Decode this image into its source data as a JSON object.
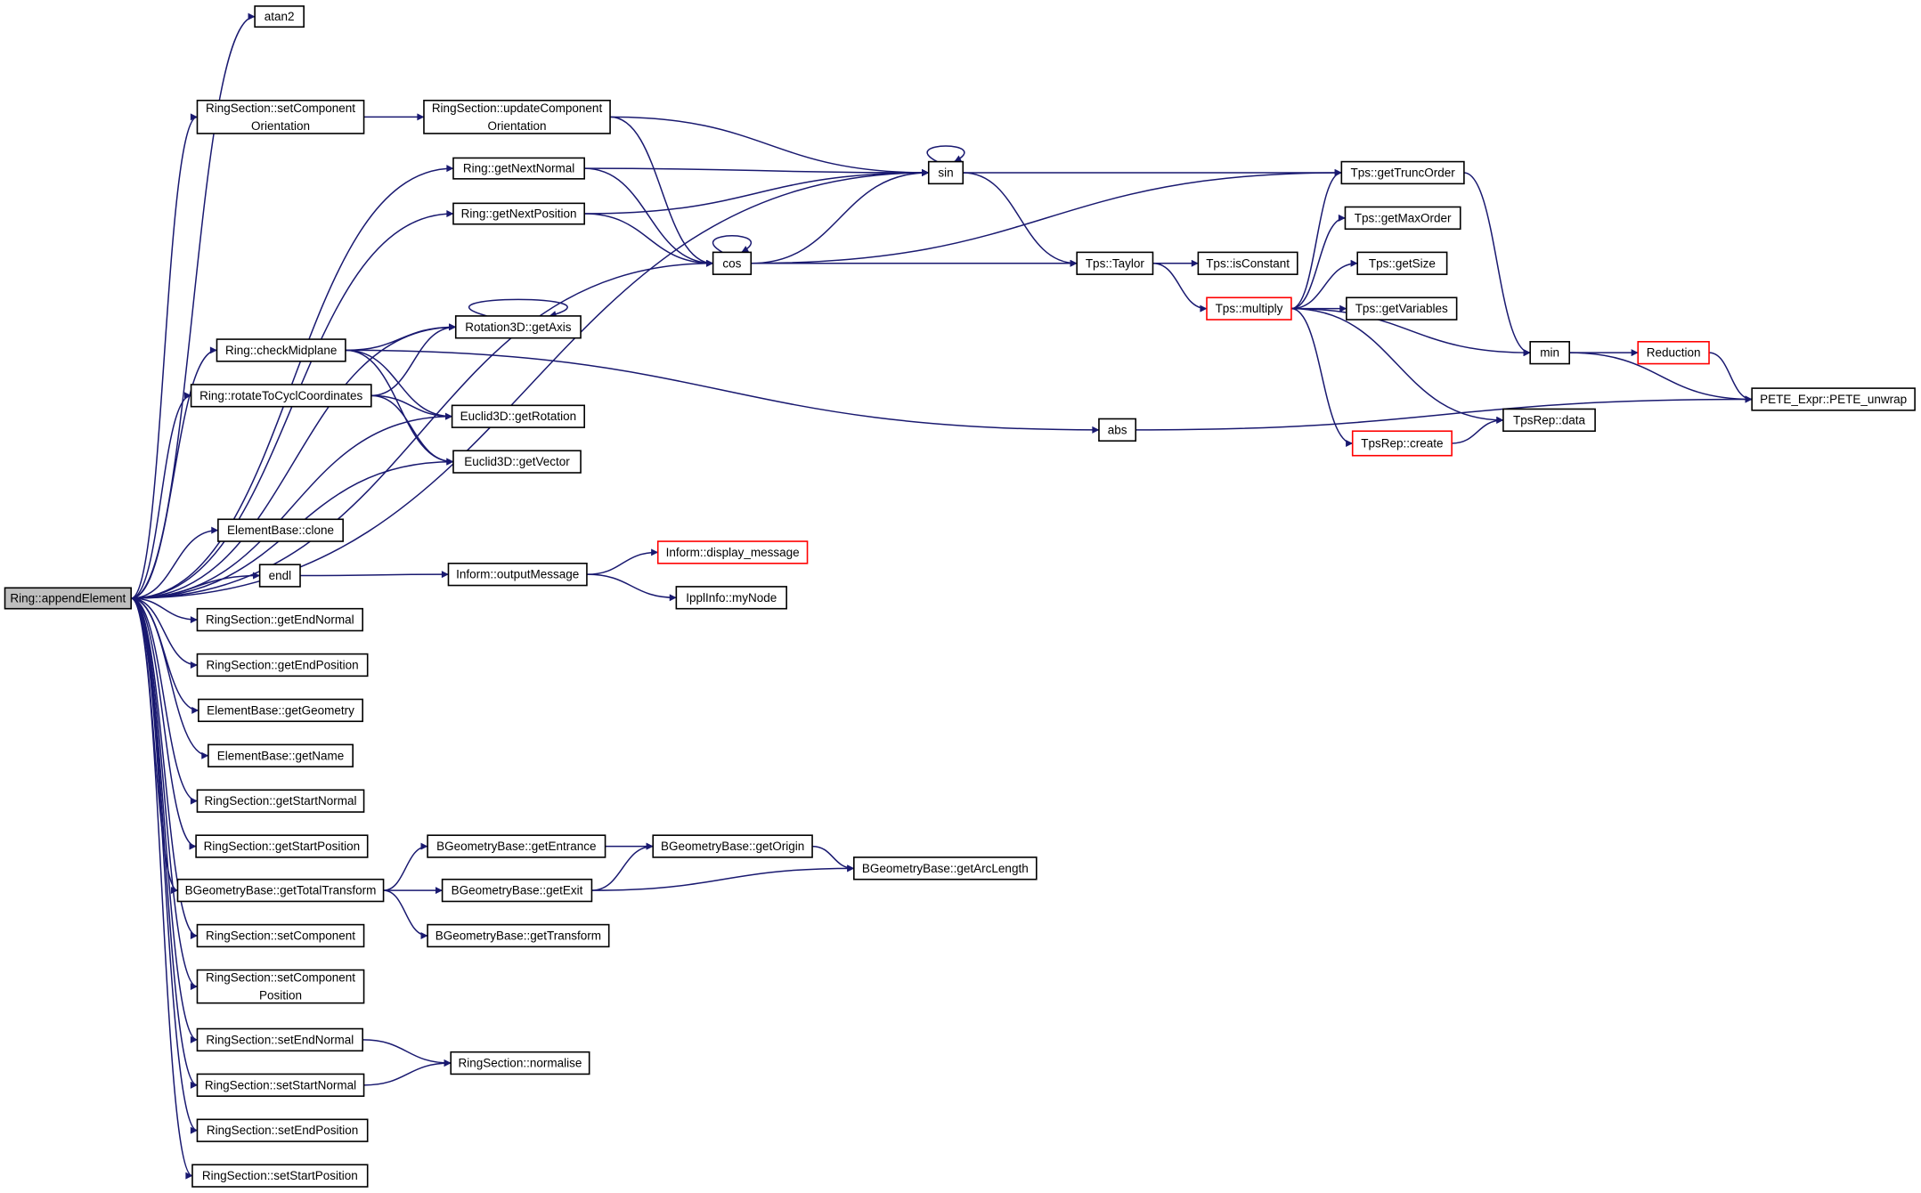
{
  "graph": {
    "root": "n0",
    "nodes": [
      {
        "id": "n0",
        "lines": [
          "Ring::appendElement"
        ],
        "root": true
      },
      {
        "id": "n1",
        "lines": [
          "atan2"
        ]
      },
      {
        "id": "n2",
        "lines": [
          "RingSection::setComponent",
          "Orientation"
        ]
      },
      {
        "id": "n3",
        "lines": [
          "RingSection::updateComponent",
          "Orientation"
        ]
      },
      {
        "id": "n4",
        "lines": [
          "Ring::getNextNormal"
        ]
      },
      {
        "id": "n5",
        "lines": [
          "Ring::getNextPosition"
        ]
      },
      {
        "id": "n6",
        "lines": [
          "sin"
        ]
      },
      {
        "id": "n7",
        "lines": [
          "cos"
        ]
      },
      {
        "id": "n8",
        "lines": [
          "Tps::getTruncOrder"
        ]
      },
      {
        "id": "n9",
        "lines": [
          "Tps::getMaxOrder"
        ]
      },
      {
        "id": "n10",
        "lines": [
          "Tps::Taylor"
        ]
      },
      {
        "id": "n11",
        "lines": [
          "Tps::isConstant"
        ]
      },
      {
        "id": "n12",
        "lines": [
          "Tps::getSize"
        ]
      },
      {
        "id": "n13",
        "lines": [
          "Tps::multiply"
        ],
        "red": true
      },
      {
        "id": "n14",
        "lines": [
          "Tps::getVariables"
        ]
      },
      {
        "id": "n15",
        "lines": [
          "Rotation3D::getAxis"
        ]
      },
      {
        "id": "n16",
        "lines": [
          "Ring::checkMidplane"
        ]
      },
      {
        "id": "n17",
        "lines": [
          "min"
        ]
      },
      {
        "id": "n18",
        "lines": [
          "Reduction"
        ],
        "red": true
      },
      {
        "id": "n19",
        "lines": [
          "Ring::rotateToCyclCoordinates"
        ]
      },
      {
        "id": "n20",
        "lines": [
          "Euclid3D::getRotation"
        ]
      },
      {
        "id": "n21",
        "lines": [
          "PETE_Expr::PETE_unwrap"
        ]
      },
      {
        "id": "n22",
        "lines": [
          "TpsRep::data"
        ]
      },
      {
        "id": "n23",
        "lines": [
          "abs"
        ]
      },
      {
        "id": "n24",
        "lines": [
          "TpsRep::create"
        ],
        "red": true
      },
      {
        "id": "n25",
        "lines": [
          "Euclid3D::getVector"
        ]
      },
      {
        "id": "n26",
        "lines": [
          "ElementBase::clone"
        ]
      },
      {
        "id": "n27",
        "lines": [
          "Inform::display_message"
        ],
        "red": true
      },
      {
        "id": "n28",
        "lines": [
          "endl"
        ]
      },
      {
        "id": "n29",
        "lines": [
          "Inform::outputMessage"
        ]
      },
      {
        "id": "n30",
        "lines": [
          "IpplInfo::myNode"
        ]
      },
      {
        "id": "n31",
        "lines": [
          "RingSection::getEndNormal"
        ]
      },
      {
        "id": "n32",
        "lines": [
          "RingSection::getEndPosition"
        ]
      },
      {
        "id": "n33",
        "lines": [
          "ElementBase::getGeometry"
        ]
      },
      {
        "id": "n34",
        "lines": [
          "ElementBase::getName"
        ]
      },
      {
        "id": "n35",
        "lines": [
          "RingSection::getStartNormal"
        ]
      },
      {
        "id": "n36",
        "lines": [
          "RingSection::getStartPosition"
        ]
      },
      {
        "id": "n37",
        "lines": [
          "BGeometryBase::getEntrance"
        ]
      },
      {
        "id": "n38",
        "lines": [
          "BGeometryBase::getOrigin"
        ]
      },
      {
        "id": "n39",
        "lines": [
          "BGeometryBase::getArcLength"
        ]
      },
      {
        "id": "n40",
        "lines": [
          "BGeometryBase::getTotalTransform"
        ]
      },
      {
        "id": "n41",
        "lines": [
          "BGeometryBase::getExit"
        ]
      },
      {
        "id": "n42",
        "lines": [
          "RingSection::setComponent"
        ]
      },
      {
        "id": "n43",
        "lines": [
          "BGeometryBase::getTransform"
        ]
      },
      {
        "id": "n44",
        "lines": [
          "RingSection::setComponent",
          "Position"
        ]
      },
      {
        "id": "n45",
        "lines": [
          "RingSection::setEndNormal"
        ]
      },
      {
        "id": "n46",
        "lines": [
          "RingSection::normalise"
        ]
      },
      {
        "id": "n47",
        "lines": [
          "RingSection::setStartNormal"
        ]
      },
      {
        "id": "n48",
        "lines": [
          "RingSection::setEndPosition"
        ]
      },
      {
        "id": "n49",
        "lines": [
          "RingSection::setStartPosition"
        ]
      }
    ],
    "edges": [
      [
        "n0",
        "n1"
      ],
      [
        "n0",
        "n2"
      ],
      [
        "n0",
        "n4"
      ],
      [
        "n0",
        "n5"
      ],
      [
        "n0",
        "n6"
      ],
      [
        "n0",
        "n7"
      ],
      [
        "n0",
        "n15"
      ],
      [
        "n0",
        "n16"
      ],
      [
        "n0",
        "n19"
      ],
      [
        "n0",
        "n20"
      ],
      [
        "n0",
        "n25"
      ],
      [
        "n0",
        "n26"
      ],
      [
        "n0",
        "n28"
      ],
      [
        "n0",
        "n31"
      ],
      [
        "n0",
        "n32"
      ],
      [
        "n0",
        "n33"
      ],
      [
        "n0",
        "n34"
      ],
      [
        "n0",
        "n35"
      ],
      [
        "n0",
        "n36"
      ],
      [
        "n0",
        "n40"
      ],
      [
        "n0",
        "n42"
      ],
      [
        "n0",
        "n44"
      ],
      [
        "n0",
        "n45"
      ],
      [
        "n0",
        "n47"
      ],
      [
        "n0",
        "n48"
      ],
      [
        "n0",
        "n49"
      ],
      [
        "n2",
        "n3"
      ],
      [
        "n3",
        "n6"
      ],
      [
        "n3",
        "n7"
      ],
      [
        "n4",
        "n6"
      ],
      [
        "n4",
        "n7"
      ],
      [
        "n5",
        "n6"
      ],
      [
        "n5",
        "n7"
      ],
      [
        "n6",
        "n6"
      ],
      [
        "n6",
        "n8"
      ],
      [
        "n6",
        "n10"
      ],
      [
        "n7",
        "n7"
      ],
      [
        "n7",
        "n6"
      ],
      [
        "n7",
        "n8"
      ],
      [
        "n7",
        "n10"
      ],
      [
        "n8",
        "n17"
      ],
      [
        "n10",
        "n11"
      ],
      [
        "n10",
        "n13"
      ],
      [
        "n13",
        "n8"
      ],
      [
        "n13",
        "n9"
      ],
      [
        "n13",
        "n12"
      ],
      [
        "n13",
        "n14"
      ],
      [
        "n13",
        "n17"
      ],
      [
        "n13",
        "n22"
      ],
      [
        "n13",
        "n24"
      ],
      [
        "n15",
        "n15"
      ],
      [
        "n16",
        "n15"
      ],
      [
        "n16",
        "n20"
      ],
      [
        "n16",
        "n25"
      ],
      [
        "n16",
        "n23"
      ],
      [
        "n17",
        "n18"
      ],
      [
        "n17",
        "n21"
      ],
      [
        "n18",
        "n21"
      ],
      [
        "n19",
        "n15"
      ],
      [
        "n19",
        "n20"
      ],
      [
        "n19",
        "n25"
      ],
      [
        "n23",
        "n21"
      ],
      [
        "n24",
        "n22"
      ],
      [
        "n28",
        "n29"
      ],
      [
        "n29",
        "n27"
      ],
      [
        "n29",
        "n30"
      ],
      [
        "n37",
        "n38"
      ],
      [
        "n38",
        "n39"
      ],
      [
        "n40",
        "n37"
      ],
      [
        "n40",
        "n41"
      ],
      [
        "n40",
        "n43"
      ],
      [
        "n41",
        "n38"
      ],
      [
        "n41",
        "n39"
      ],
      [
        "n45",
        "n46"
      ],
      [
        "n47",
        "n46"
      ]
    ]
  }
}
